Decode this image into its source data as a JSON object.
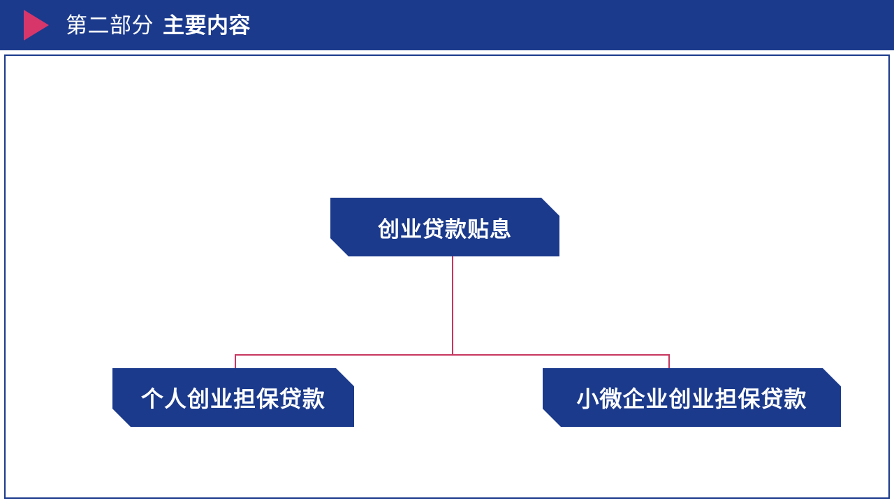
{
  "header": {
    "section_label": "第二部分",
    "title": "主要内容",
    "triangle_icon": "play-triangle-icon",
    "bar_color": "#1b3a8c",
    "triangle_color": "#d7366b",
    "text_color": "#ffffff"
  },
  "diagram": {
    "type": "hierarchy",
    "node_fill_color": "#1b3a8c",
    "node_text_color": "#ffffff",
    "connector_color": "#c8365f",
    "root": {
      "label": "创业贷款贴息"
    },
    "children": [
      {
        "label": "个人创业担保贷款"
      },
      {
        "label": "小微企业创业担保贷款"
      }
    ]
  },
  "frame": {
    "border_color": "#1b3a8c",
    "background_color": "#ffffff"
  }
}
